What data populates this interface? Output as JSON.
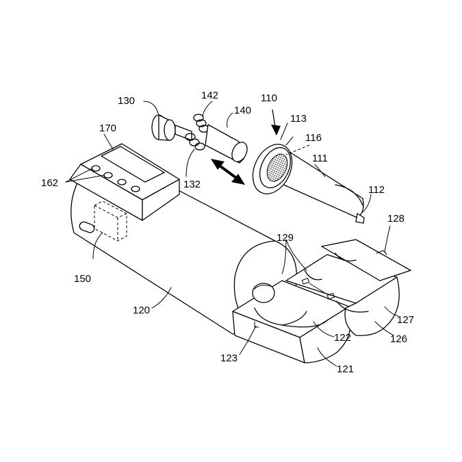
{
  "labels": {
    "l110": "110",
    "l111": "111",
    "l112": "112",
    "l113": "113",
    "l116": "116",
    "l120": "120",
    "l121": "121",
    "l122": "122",
    "l123": "123",
    "l126": "126",
    "l127": "127",
    "l128": "128",
    "l129": "129",
    "l130": "130",
    "l132": "132",
    "l140": "140",
    "l142": "142",
    "l150": "150",
    "l162": "162",
    "l170": "170"
  }
}
